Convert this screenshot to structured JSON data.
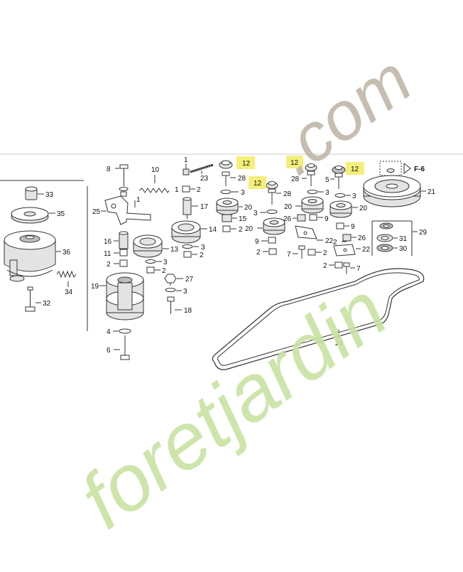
{
  "watermark": {
    "text_main": "foretjardin",
    "text_suffix": ".com",
    "color_left": "#c8e3a2",
    "color_right": "#bfb6a6",
    "accent_e": "#f5c98a"
  },
  "reference": {
    "label": "F-6"
  },
  "highlight_color": "#f4ef7a",
  "callouts": {
    "c1": "1",
    "c2": "2",
    "c3": "3",
    "c4": "4",
    "c5": "5",
    "c6": "6",
    "c7": "7",
    "c8": "8",
    "c9": "9",
    "c10": "10",
    "c11": "11",
    "c12a": "12",
    "c12b": "12",
    "c12c": "12",
    "c12d": "12",
    "c13": "13",
    "c14": "14",
    "c15": "15",
    "c16": "16",
    "c17": "17",
    "c18": "18",
    "c19": "19",
    "c20": "20",
    "c21": "21",
    "c22": "22",
    "c23": "23",
    "c24": "24",
    "c25": "25",
    "c26": "26",
    "c27": "27",
    "c28": "28",
    "c29": "29",
    "c30": "30",
    "c31": "31",
    "c32": "32",
    "c33": "33",
    "c34": "34",
    "c35": "35",
    "c36": "36"
  }
}
